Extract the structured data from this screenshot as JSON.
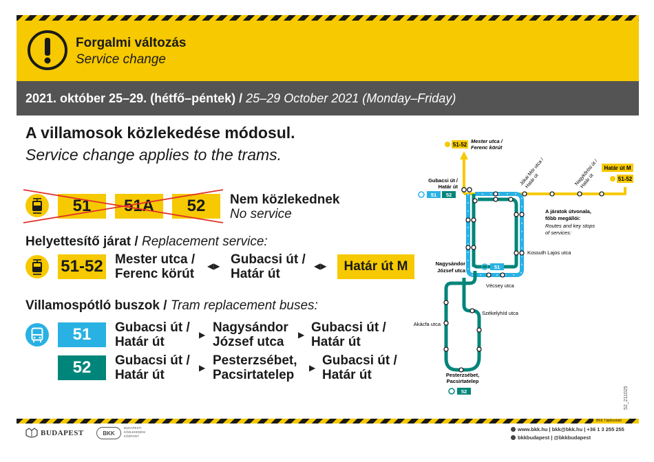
{
  "header": {
    "title": "Forgalmi változás",
    "subtitle": "Service change",
    "date_hu": "2021. október 25–29. (hétfő–péntek)",
    "date_sep": " / ",
    "date_en": "25–29 October 2021 (Monday–Friday)"
  },
  "intro": {
    "hu": "A villamosok közlekedése módosul.",
    "en": "Service change applies to the trams."
  },
  "cancelled": {
    "routes": [
      "51",
      "51A",
      "52"
    ],
    "status_hu": "Nem közlekednek",
    "status_en": "No service"
  },
  "replacement": {
    "heading_hu": "Helyettesítő járat",
    "heading_sep": " / ",
    "heading_en": "Replacement service:",
    "route": "51-52",
    "stop1_line1": "Mester utca /",
    "stop1_line2": "Ferenc körút",
    "stop2_line1": "Gubacsi út /",
    "stop2_line2": "Határ út",
    "stop3": "Határ út M"
  },
  "buses": {
    "heading_hu": "Villamospótló buszok",
    "heading_sep": " / ",
    "heading_en": "Tram replacement buses:",
    "rows": [
      {
        "route": "51",
        "a1": "Gubacsi út /",
        "a2": "Határ út",
        "b1": "Nagysándor",
        "b2": "József utca",
        "c1": "Gubacsi út /",
        "c2": "Határ út"
      },
      {
        "route": "52",
        "a1": "Gubacsi út /",
        "a2": "Határ út",
        "b1": "Pesterzsébet,",
        "b2": "Pacsirtatelep",
        "c1": "Gubacsi út /",
        "c2": "Határ út"
      }
    ]
  },
  "map": {
    "mester_1": "Mester utca /",
    "mester_2": "Ferenc körút",
    "gubacsi_1": "Gubacsi út /",
    "gubacsi_2": "Határ út",
    "jokai_1": "Jókai Mór utca /",
    "jokai_2": "Határ út",
    "nagykorosi_1": "Nagykőrösi út /",
    "nagykorosi_2": "Határ út",
    "hatar_m": "Határ út M",
    "legend_1": "A járatok útvonala,",
    "legend_2": "főbb megállói:",
    "legend_3": "Routes and key stops",
    "legend_4": "of services:",
    "kossuth": "Kossuth Lajos utca",
    "nagysandor_1": "Nagysándor",
    "nagysandor_2": "József utca",
    "vecsey": "Vécsey utca",
    "szekelyhid": "Székelyhíd utca",
    "akacfa": "Akácfa utca",
    "pesterzsebet_1": "Pesterzsébet,",
    "pesterzsebet_2": "Pacsirtatelep",
    "tram_route": "51-52",
    "bus51": "51",
    "bus52": "52"
  },
  "footer": {
    "city": "BUDAPEST",
    "bkk": "BKK",
    "bkk_name": "BUDAPESTI KÖZLEKEDÉSI KÖZPONT",
    "contacts": "www.bkk.hu | bkk@bkk.hu | +36 1 3 255 255",
    "social": "bkkbudapest | @bkkbudapest",
    "small_tag": "BKK Tájékoztató",
    "code": "52_211025"
  },
  "colors": {
    "yellow": "#f6c900",
    "grey": "#545454",
    "cyan": "#29b1e3",
    "teal": "#00857a",
    "strike": "#e0312b"
  }
}
